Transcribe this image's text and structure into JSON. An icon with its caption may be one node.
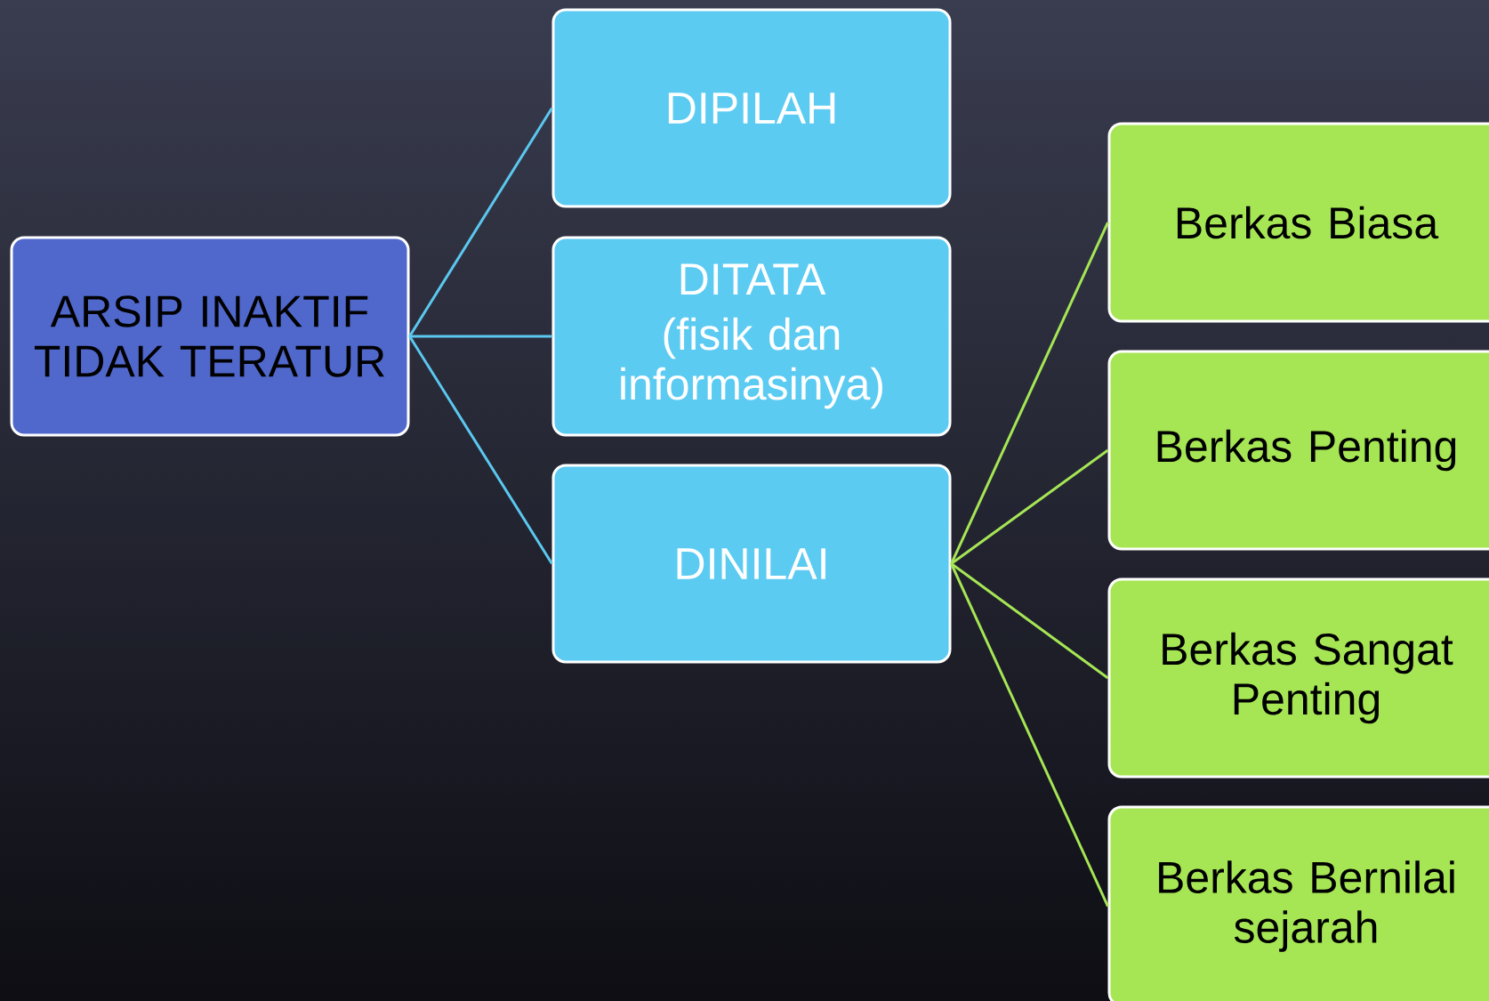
{
  "diagram": {
    "nodes": [
      {
        "text": [
          "ARSIP INAKTIF TIDAK TERATUR"
        ]
      },
      {
        "text": [
          "DIPILAH"
        ]
      },
      {
        "text": [
          "DITATA",
          "(fisik dan informasinya)"
        ]
      },
      {
        "text": [
          "DINILAI"
        ]
      },
      {
        "text": [
          "Berkas Biasa"
        ]
      },
      {
        "text": [
          "Berkas Penting"
        ]
      },
      {
        "text": [
          "Berkas Sangat Penting"
        ]
      },
      {
        "text": [
          "Berkas Bernilai sejarah"
        ]
      }
    ],
    "edges": [
      {
        "from": 0,
        "to": 1,
        "arrow": "none",
        "color": "#5bc8f0"
      },
      {
        "from": 0,
        "to": 2,
        "arrow": "none",
        "color": "#5bc8f0"
      },
      {
        "from": 0,
        "to": 3,
        "arrow": "none",
        "color": "#5bc8f0"
      },
      {
        "from": 3,
        "to": 4,
        "arrow": "none"
      },
      {
        "from": 3,
        "to": 5,
        "arrow": "none"
      },
      {
        "from": 3,
        "to": 6,
        "arrow": "none"
      },
      {
        "from": 3,
        "to": 7,
        "arrow": "none"
      }
    ]
  }
}
